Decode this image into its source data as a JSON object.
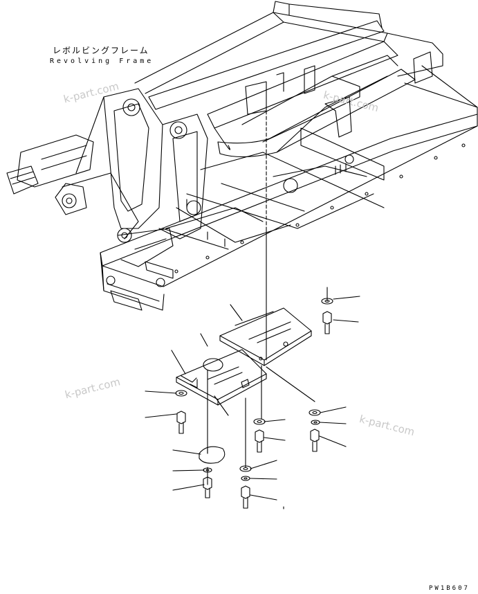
{
  "diagram": {
    "title_jp": "レボルビングフレーム",
    "title_en": "Revolving Frame",
    "drawing_code": "PW1B607",
    "watermark": "k-part.com"
  },
  "colors": {
    "line": "#000000",
    "watermark": "#c8c8c8"
  },
  "parts": [
    {
      "name": "cover-plate-right",
      "icon": "plate"
    },
    {
      "name": "cover-plate-left",
      "icon": "plate"
    },
    {
      "name": "washer",
      "icon": "washer"
    },
    {
      "name": "bolt",
      "icon": "bolt"
    },
    {
      "name": "plug",
      "icon": "plug"
    }
  ]
}
